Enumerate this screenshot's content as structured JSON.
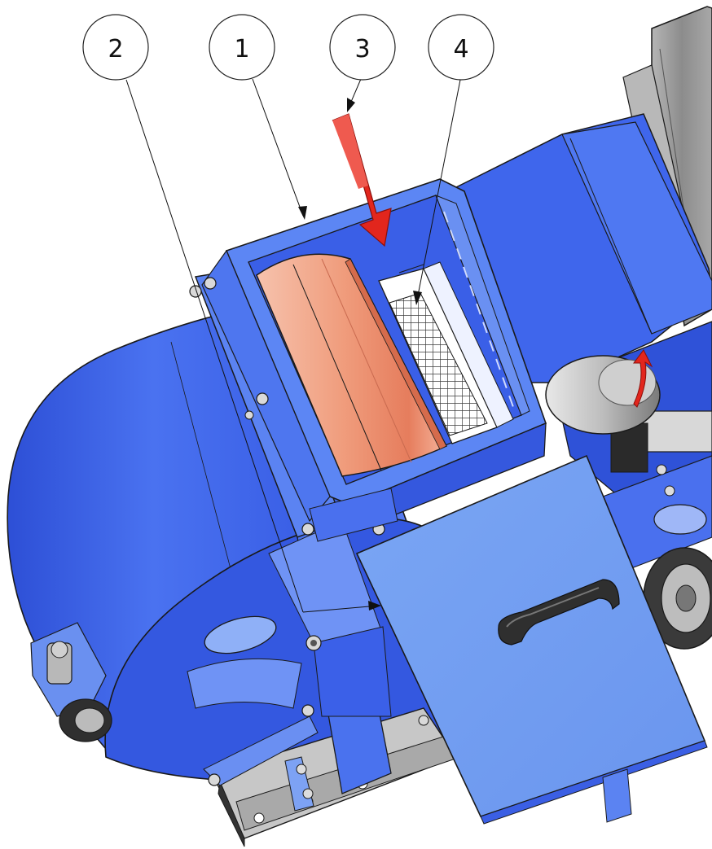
{
  "figure": {
    "callouts": [
      {
        "id": "c2",
        "label": "2"
      },
      {
        "id": "c1",
        "label": "1"
      },
      {
        "id": "c3",
        "label": "3"
      },
      {
        "id": "c4",
        "label": "4"
      }
    ]
  },
  "colors": {
    "housing_blue": "#3d63ea",
    "housing_blue_light": "#6f93f5",
    "housing_blue_dark": "#2a48c4",
    "lid_blue": "#6f9bf0",
    "drum_orange": "#f2a58a",
    "drum_orange_dark": "#d9765a",
    "arrow_red": "#e2261d",
    "steel_grey": "#9a9a9a",
    "motor_grey": "#8f8f8f",
    "outline": "#1a1a1a"
  }
}
